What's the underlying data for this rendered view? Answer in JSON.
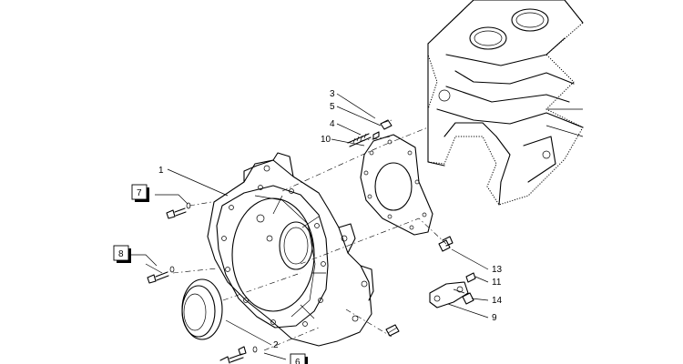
{
  "callouts": {
    "c1": "1",
    "c2": "2",
    "c3": "3",
    "c4": "4",
    "c5": "5",
    "c6": "6",
    "c7": "7",
    "c8": "8",
    "c9": "9",
    "c10": "10",
    "c11": "11",
    "c13": "13",
    "c14": "14"
  }
}
